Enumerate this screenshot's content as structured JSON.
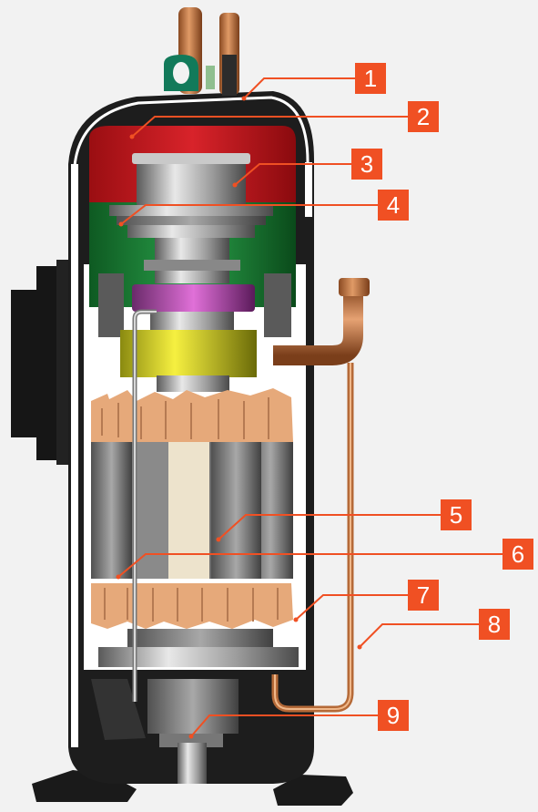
{
  "colors": {
    "callout": "#f05023",
    "shell": "#1c1c1c",
    "discharge_head": "#c4161c",
    "frame": "#1d8a3a",
    "rotor_band": "#c7c71a",
    "winding": "#e6a97a",
    "copper": "#c0703a"
  },
  "callouts": [
    {
      "label": "1"
    },
    {
      "label": "2"
    },
    {
      "label": "3"
    },
    {
      "label": "4"
    },
    {
      "label": "5"
    },
    {
      "label": "6"
    },
    {
      "label": "7"
    },
    {
      "label": "8"
    },
    {
      "label": "9"
    }
  ]
}
